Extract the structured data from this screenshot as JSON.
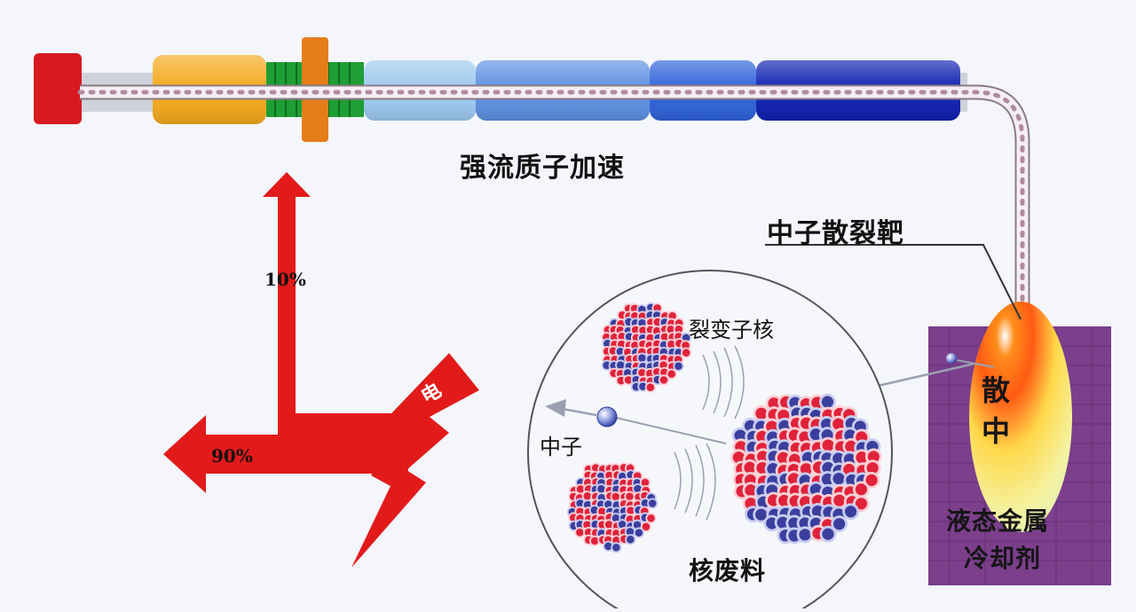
{
  "labels": {
    "accelerator": "强流质子加速",
    "target": "中子散裂靶",
    "fission_nuclei": "裂变子核",
    "neutron": "中子",
    "nuclear_waste": "核废料",
    "percent_up": "10%",
    "percent_left": "90%",
    "electricity": "电",
    "spallation_line1": "散",
    "spallation_line2": "中",
    "coolant_line1": "液态金属",
    "coolant_line2": "冷却剂"
  },
  "colors": {
    "source": "#d71920",
    "rfq": "#f4a91c",
    "green_section": "#1f9e35",
    "orange_post": "#e57d1a",
    "light_blue": "#9cc9ef",
    "mid_blue": "#5b8fe0",
    "blue": "#2d62d8",
    "dark_blue": "#0d1fb0",
    "arrow_red": "#e31a1a",
    "target_box": "#7b3f8c"
  },
  "icons": {
    "lightning": "lightning-bolt-icon",
    "neutron_arrow": "arrow-left-icon"
  }
}
